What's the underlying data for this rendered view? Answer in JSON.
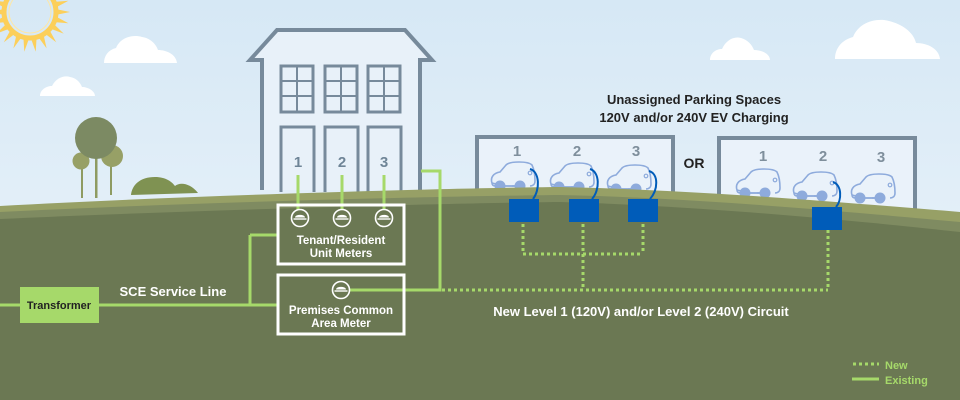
{
  "colors": {
    "sky_top": "#d6e8f5",
    "sky_bottom": "#eef5fb",
    "ground": "#6b7853",
    "ground_band_light": "#97a066",
    "ground_band_mid": "#7f8b61",
    "existing_line": "#a6d96a",
    "new_line": "#a6d96a",
    "building_outline": "#778a9b",
    "charger": "#005cb9",
    "car": "#8eabdc",
    "sun": "#fccf5a"
  },
  "header": {
    "title_line1": "Unassigned Parking Spaces",
    "title_line2": "120V and/or 240V EV Charging"
  },
  "house": {
    "unit_numbers": [
      "1",
      "2",
      "3"
    ]
  },
  "parking_lot_a": {
    "space_numbers": [
      "1",
      "2",
      "3"
    ],
    "chargers_per_space": [
      true,
      true,
      true
    ]
  },
  "or_label": "OR",
  "parking_lot_b": {
    "space_numbers": [
      "1",
      "2",
      "3"
    ],
    "chargers_per_space": [
      false,
      true,
      false
    ]
  },
  "meters": {
    "tenant_label_line1": "Tenant/Resident",
    "tenant_label_line2": "Unit Meters",
    "common_label_line1": "Premises Common",
    "common_label_line2": "Area Meter"
  },
  "transformer_label": "Transformer",
  "service_line_label": "SCE Service Line",
  "circuit_label": "New Level 1 (120V) and/or Level 2 (240V) Circuit",
  "legend": {
    "new_label": "New",
    "existing_label": "Existing"
  }
}
